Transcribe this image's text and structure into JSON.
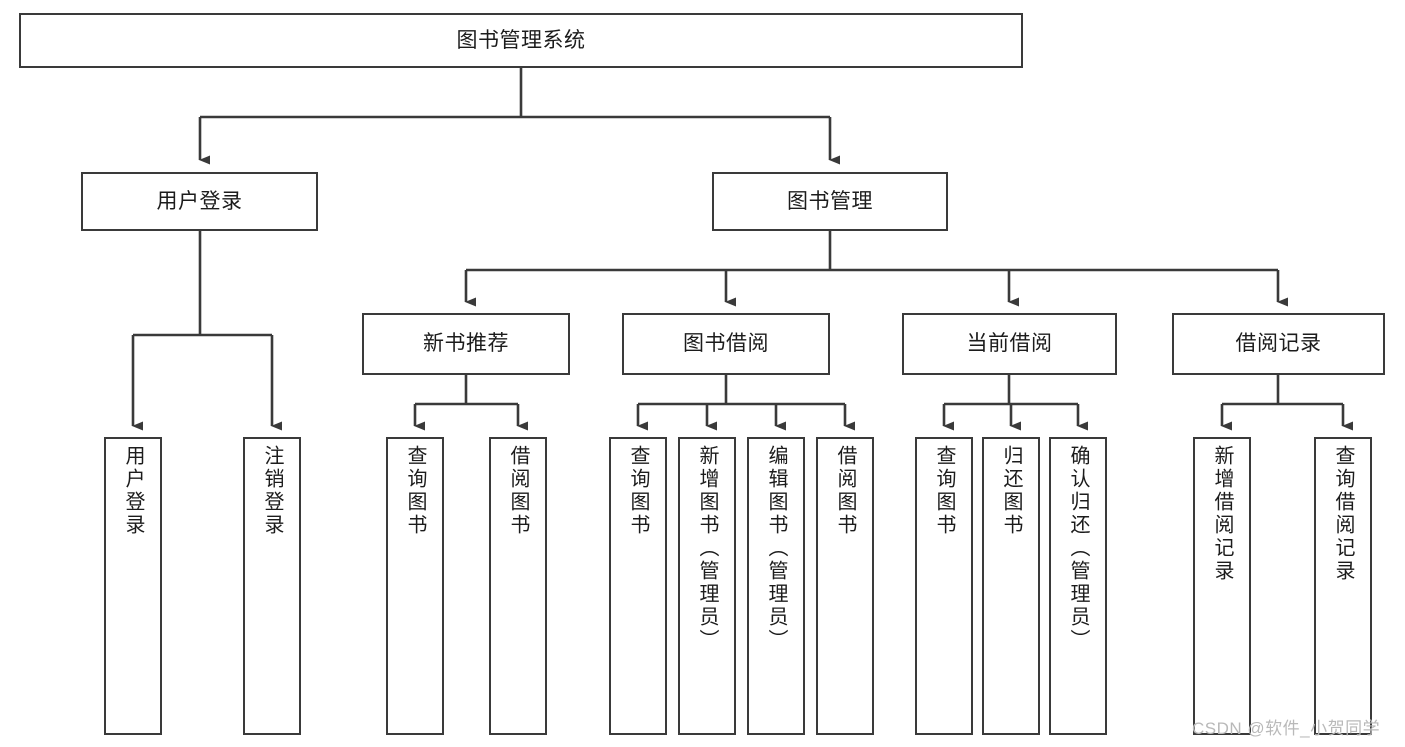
{
  "diagram": {
    "title": "图书管理系统",
    "type": "tree",
    "stroke_color": "#3a3a3a",
    "text_color": "#1c1c1c",
    "background_color": "#ffffff",
    "watermark": "CSDN @软件_小贺同学",
    "nodes": {
      "root": {
        "label": "图书管理系统"
      },
      "level1": [
        {
          "label": "用户登录"
        },
        {
          "label": "图书管理"
        }
      ],
      "level2": [
        {
          "label": "新书推荐"
        },
        {
          "label": "图书借阅"
        },
        {
          "label": "当前借阅"
        },
        {
          "label": "借阅记录"
        }
      ],
      "leaves": {
        "user_login": [
          {
            "label": "用户登录"
          },
          {
            "label": "注销登录"
          }
        ],
        "new_book_recommend": [
          {
            "label": "查询图书"
          },
          {
            "label": "借阅图书"
          }
        ],
        "book_borrow": [
          {
            "label": "查询图书"
          },
          {
            "label": "新增图书（管理员）"
          },
          {
            "label": "编辑图书（管理员）"
          },
          {
            "label": "借阅图书"
          }
        ],
        "current_borrow": [
          {
            "label": "查询图书"
          },
          {
            "label": "归还图书"
          },
          {
            "label": "确认归还（管理员）"
          }
        ],
        "borrow_record": [
          {
            "label": "新增借阅记录"
          },
          {
            "label": "查询借阅记录"
          }
        ]
      }
    }
  }
}
